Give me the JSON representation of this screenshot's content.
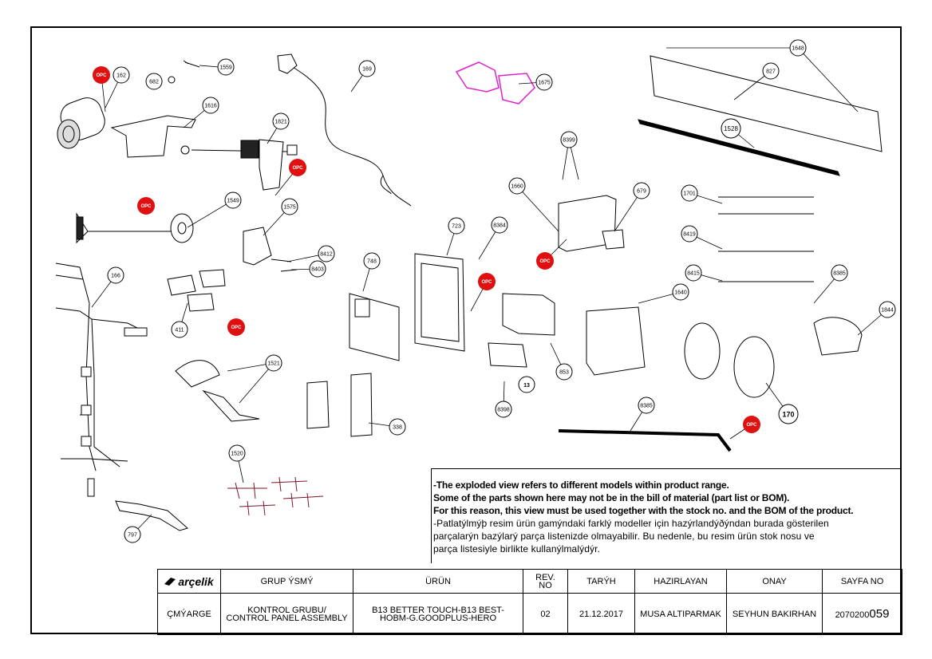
{
  "callouts": {
    "c162": "162",
    "c682": "682",
    "c1559": "1559",
    "c169": "169",
    "c1675": "1675",
    "c1648": "1648",
    "c827": "827",
    "c1616": "1616",
    "c1821": "1821",
    "c1528": "1528",
    "c8399": "8399",
    "c1660": "1660",
    "c679": "679",
    "c1701": "1701",
    "c1549": "1549",
    "c1575": "1575",
    "c723": "723",
    "c8384": "8384",
    "c8419": "8419",
    "c8412": "8412",
    "c8403": "8403",
    "c166": "166",
    "c748": "748",
    "c8415": "8415",
    "c8385a": "8385",
    "c1640": "1640",
    "c1844": "1844",
    "c411": "411",
    "c1521": "1521",
    "c853": "853",
    "c13": "13",
    "c8398": "8398",
    "c170": "170",
    "c8385b": "8385",
    "c338": "338",
    "c1520": "1520",
    "c797": "797"
  },
  "opc_label": "OPC",
  "notes": {
    "en_line1": "-The exploded view refers to different models within product range.",
    "en_line2": "Some of the parts shown here may not be in the bill of material (part list or BOM).",
    "en_line3": "For this reason, this view must be used together with the stock no. and the BOM of the product.",
    "tr_line1": "-Patlatýlmýþ resim ürün gamýndaki farklý modeller için hazýrlandýðýndan burada gösterilen",
    "tr_line2": "parçalarýn bazýlarý parça listenizde olmayabilir. Bu nedenle, bu resim ürün stok nosu ve",
    "tr_line3": "parça listesiyle birlikte kullanýlmalýdýr."
  },
  "title_block": {
    "logo_text": "arçelik",
    "h_group": "GRUP ÝSMÝ",
    "h_product": "ÜRÜN",
    "h_rev_line1": "REV.",
    "h_rev_line2": "NO",
    "h_date": "TARÝH",
    "h_prepared": "HAZIRLAYAN",
    "h_approved": "ONAY",
    "h_sheet": "SAYFA NO",
    "v_company": "ÇMÝARGE",
    "v_group_line1": "KONTROL GRUBU/",
    "v_group_line2": "CONTROL PANEL ASSEMBLY",
    "v_product_line1": "B13 BETTER TOUCH-B13 BEST-",
    "v_product_line2": "HOBM-G.GOODPLUS-HERO",
    "v_rev": "02",
    "v_date": "21.12.2017",
    "v_prepared": "MUSA ALTIPARMAK",
    "v_approved": "SEYHUN BAKIRHAN",
    "v_sheet_prefix": "2070200",
    "v_sheet_num": "059"
  }
}
